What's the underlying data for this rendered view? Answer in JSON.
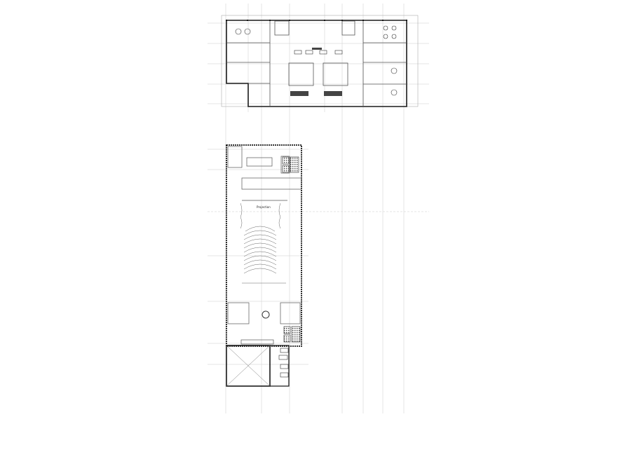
{
  "drawing": {
    "type": "architectural floor plans",
    "plans": [
      {
        "name": "upper-plan",
        "labels": []
      },
      {
        "name": "auditorium-plan",
        "labels": [
          "Projection"
        ]
      },
      {
        "name": "classroom-library-plan",
        "labels": []
      }
    ],
    "colors": {
      "wall": "#1a1a1a",
      "grid": "#bbbbbb",
      "furniture": "#333333",
      "shade": "#777777"
    }
  }
}
